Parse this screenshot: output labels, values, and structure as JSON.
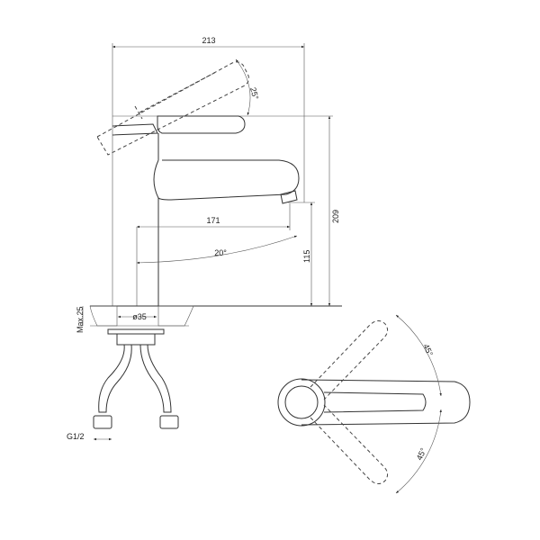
{
  "side_view": {
    "width_dim": "213",
    "lever_angle": "25°",
    "height_dim": "209",
    "spout_reach": "171",
    "spout_height": "115",
    "spout_angle": "20°",
    "hole_diameter": "ø35",
    "max_counter": "Max.25",
    "thread": "G1/2"
  },
  "top_view": {
    "angle_top": "45°",
    "angle_bottom": "45°"
  }
}
